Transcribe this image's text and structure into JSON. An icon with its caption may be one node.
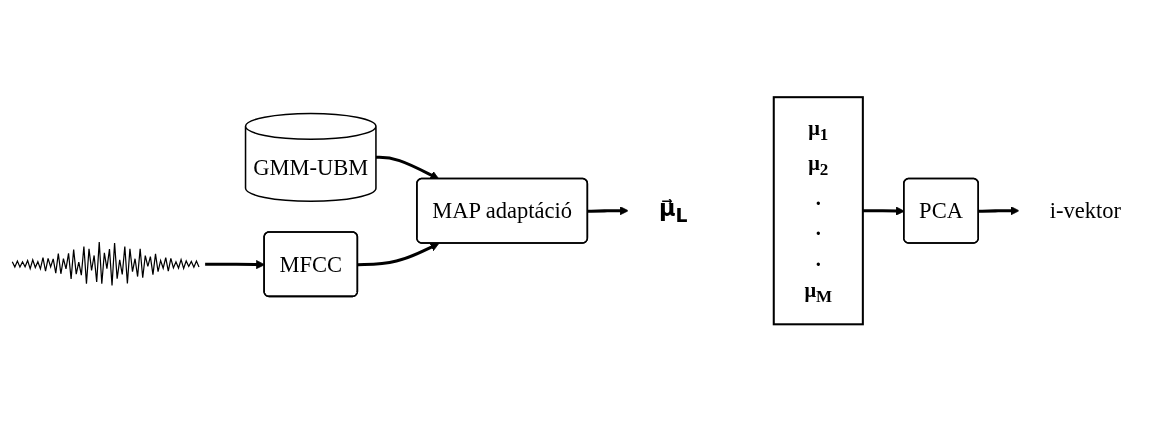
{
  "diagram": {
    "nodes": [
      {
        "text": [
          "GMM-UBM"
        ]
      },
      {
        "text": [
          "MAP adaptáció"
        ]
      },
      {
        "text": [
          "μ⃗$_{L}$"
        ]
      },
      {
        "text": [
          "μ$_{1}$",
          "μ$_{2}$",
          ".",
          ".",
          ".",
          "μ$_{M}$"
        ]
      },
      {
        "text": [
          "PCA"
        ]
      },
      {
        "text": [
          "i-vektor"
        ]
      },
      {
        "text": [
          "MFCC"
        ]
      },
      {
        "text": [],
        "shape": "picture"
      }
    ],
    "edges": [
      {
        "from": 0,
        "to": 1,
        "arrow": "to"
      },
      {
        "from": 6,
        "to": 1,
        "arrow": "to"
      },
      {
        "from": 1,
        "to": 2,
        "arrow": "to"
      },
      {
        "from": 3,
        "to": 4,
        "arrow": "to"
      },
      {
        "from": 4,
        "to": 5,
        "arrow": "to"
      },
      {
        "from": 7,
        "to": 6,
        "arrow": "to"
      }
    ]
  }
}
